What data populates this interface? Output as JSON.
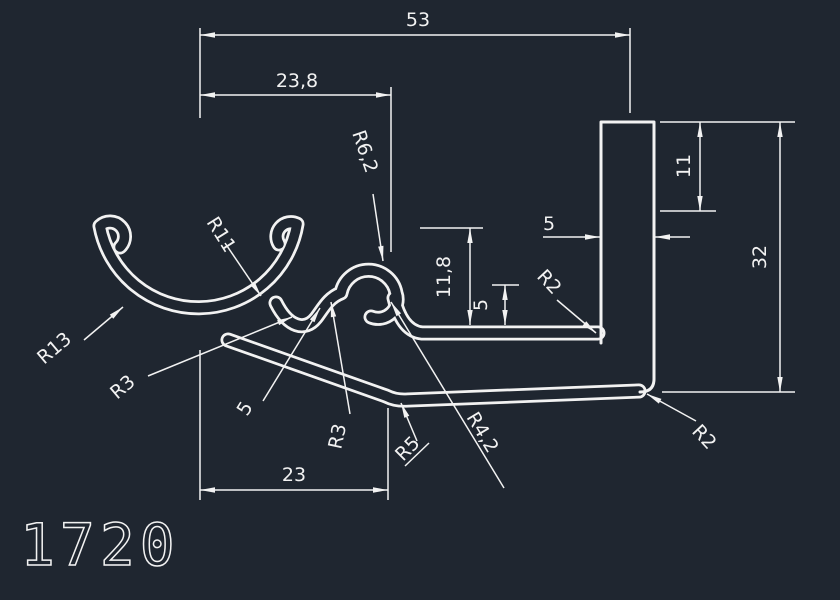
{
  "drawing": {
    "colors": {
      "background": "#1f2630",
      "line": "#f2f2f2"
    },
    "texts": {
      "d53": "53",
      "d23_8": "23,8",
      "d11": "11",
      "d5_leg": "5",
      "d32": "32",
      "d11_8": "11,8",
      "d5_gap": "5",
      "d23": "23",
      "r6_2": "R6,2",
      "r11": "R11",
      "r13": "R13",
      "r3_a": "R3",
      "t5": "5",
      "r3_b": "R3",
      "r5": "R5",
      "r4_2": "R4,2",
      "r2_a": "R2",
      "r2_b": "R2",
      "part_number": "1720"
    }
  }
}
